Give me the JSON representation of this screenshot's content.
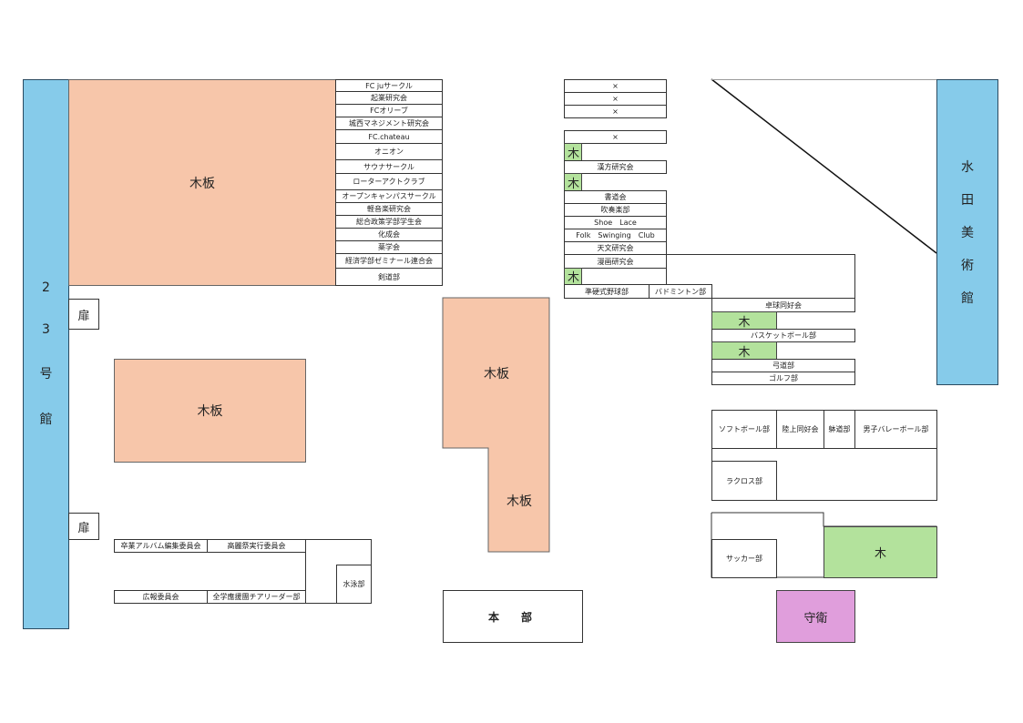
{
  "buildings": {
    "bldg23": [
      "2",
      "3",
      "号",
      "館"
    ],
    "museum": [
      "水",
      "田",
      "美",
      "術",
      "館"
    ],
    "honbu": "本　部",
    "guard": "守衛",
    "door": "扉"
  },
  "wood_label": "木板",
  "tree_label": "木",
  "left_list": [
    "FC juサークル",
    "起業研究会",
    "FCオリーブ",
    "城西マネジメント研究会",
    "FC.chateau",
    "オニオン",
    "サウナサークル",
    "ローターアクトクラブ",
    "オープンキャンパスサークル",
    "軽音楽研究会",
    "総合政策学部学生会",
    "化成会",
    "薬学会",
    "経済学部ゼミナール連合会",
    "剣道部"
  ],
  "middle_list": {
    "unavailable": [
      "×",
      "×",
      "×",
      "×"
    ],
    "kampo": "漢方研究会",
    "rows": [
      "書道会",
      "吹奏楽部",
      "Shoe　Lace",
      "Folk　Swinging　Club",
      "天文研究会",
      "漫画研究会"
    ],
    "semi_baseball": "準硬式野球部",
    "badminton": "バドミントン部"
  },
  "right_list": [
    "卓球同好会",
    "バスケットボール部",
    "弓道部",
    "ゴルフ部"
  ],
  "bottom_left": {
    "album": "卒業アルバム編集委員会",
    "festival": "高麗祭実行委員会",
    "pr": "広報委員会",
    "cheer": "全学應援團チアリーダー部",
    "swim": "水泳部"
  },
  "sports": {
    "row": [
      "ソフトボール部",
      "陸上同好会",
      "躰道部",
      "男子バレーボール部"
    ],
    "lacrosse": "ラクロス部",
    "soccer": "サッカー部"
  }
}
